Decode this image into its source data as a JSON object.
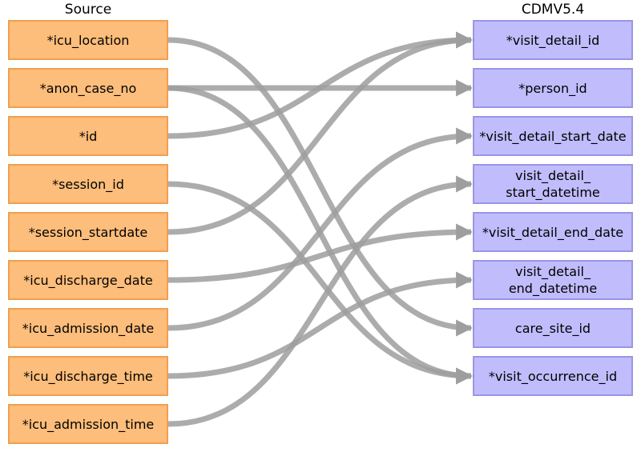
{
  "source_title": "Source",
  "target_title": "CDMV5.4",
  "source_fields": [
    "*icu_location",
    "*anon_case_no",
    "*id",
    "*session_id",
    "*session_startdate",
    "*icu_discharge_date",
    "*icu_admission_date",
    "*icu_discharge_time",
    "*icu_admission_time"
  ],
  "target_fields": [
    "*visit_detail_id",
    "*person_id",
    "*visit_detail_start_date",
    "visit_detail_\nstart_datetime",
    "*visit_detail_end_date",
    "visit_detail_\nend_datetime",
    "care_site_id",
    "*visit_occurrence_id"
  ],
  "mappings": [
    {
      "from": 0,
      "to": 6
    },
    {
      "from": 1,
      "to": 1
    },
    {
      "from": 1,
      "to": 7
    },
    {
      "from": 2,
      "to": 0
    },
    {
      "from": 3,
      "to": 7
    },
    {
      "from": 4,
      "to": 0
    },
    {
      "from": 5,
      "to": 4
    },
    {
      "from": 6,
      "to": 2
    },
    {
      "from": 7,
      "to": 5
    },
    {
      "from": 8,
      "to": 3
    }
  ],
  "colors": {
    "source_fill": "#fdbd7b",
    "source_border": "#f0a04c",
    "target_fill": "#c1bcfc",
    "target_border": "#9b95e6",
    "connector": "#9e9e9e"
  }
}
